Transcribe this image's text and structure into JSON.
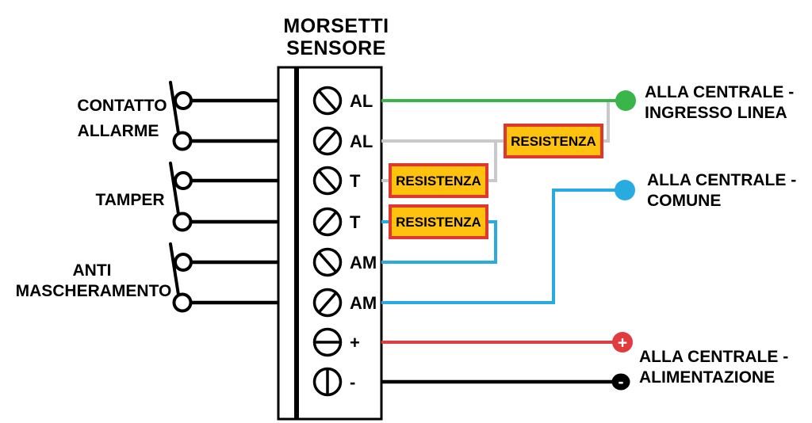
{
  "diagram_title": {
    "line1": "MORSETTI",
    "line2": "SENSORE"
  },
  "switch_labels": {
    "contatto_line1": "CONTATTO",
    "contatto_line2": "ALLARME",
    "tamper": "TAMPER",
    "anti_line1": "ANTI",
    "anti_line2": "MASCHERAMENTO"
  },
  "terminals": {
    "t1": "AL",
    "t2": "AL",
    "t3": "T",
    "t4": "T",
    "t5": "AM",
    "t6": "AM",
    "t7": "+",
    "t8": "-"
  },
  "resistors": {
    "r1": "RESISTENZA",
    "r2": "RESISTENZA",
    "r3": "RESISTENZA"
  },
  "outputs": {
    "ingresso": {
      "line1": "ALLA CENTRALE -",
      "line2": "INGRESSO LINEA"
    },
    "comune": {
      "line1": "ALLA CENTRALE -",
      "line2": "COMUNE"
    },
    "alimentazione": {
      "line1": "ALLA CENTRALE -",
      "line2": "ALIMENTAZIONE",
      "plus_symbol": "+",
      "minus_symbol": "-"
    }
  },
  "colors": {
    "line_green": "#39b54a",
    "line_blue": "#29abe2",
    "line_red": "#e13b40",
    "line_gray": "#c8c9ca",
    "wire_black": "#000000",
    "resistor_fill": "#fec20f",
    "resistor_border": "#e0382f"
  }
}
